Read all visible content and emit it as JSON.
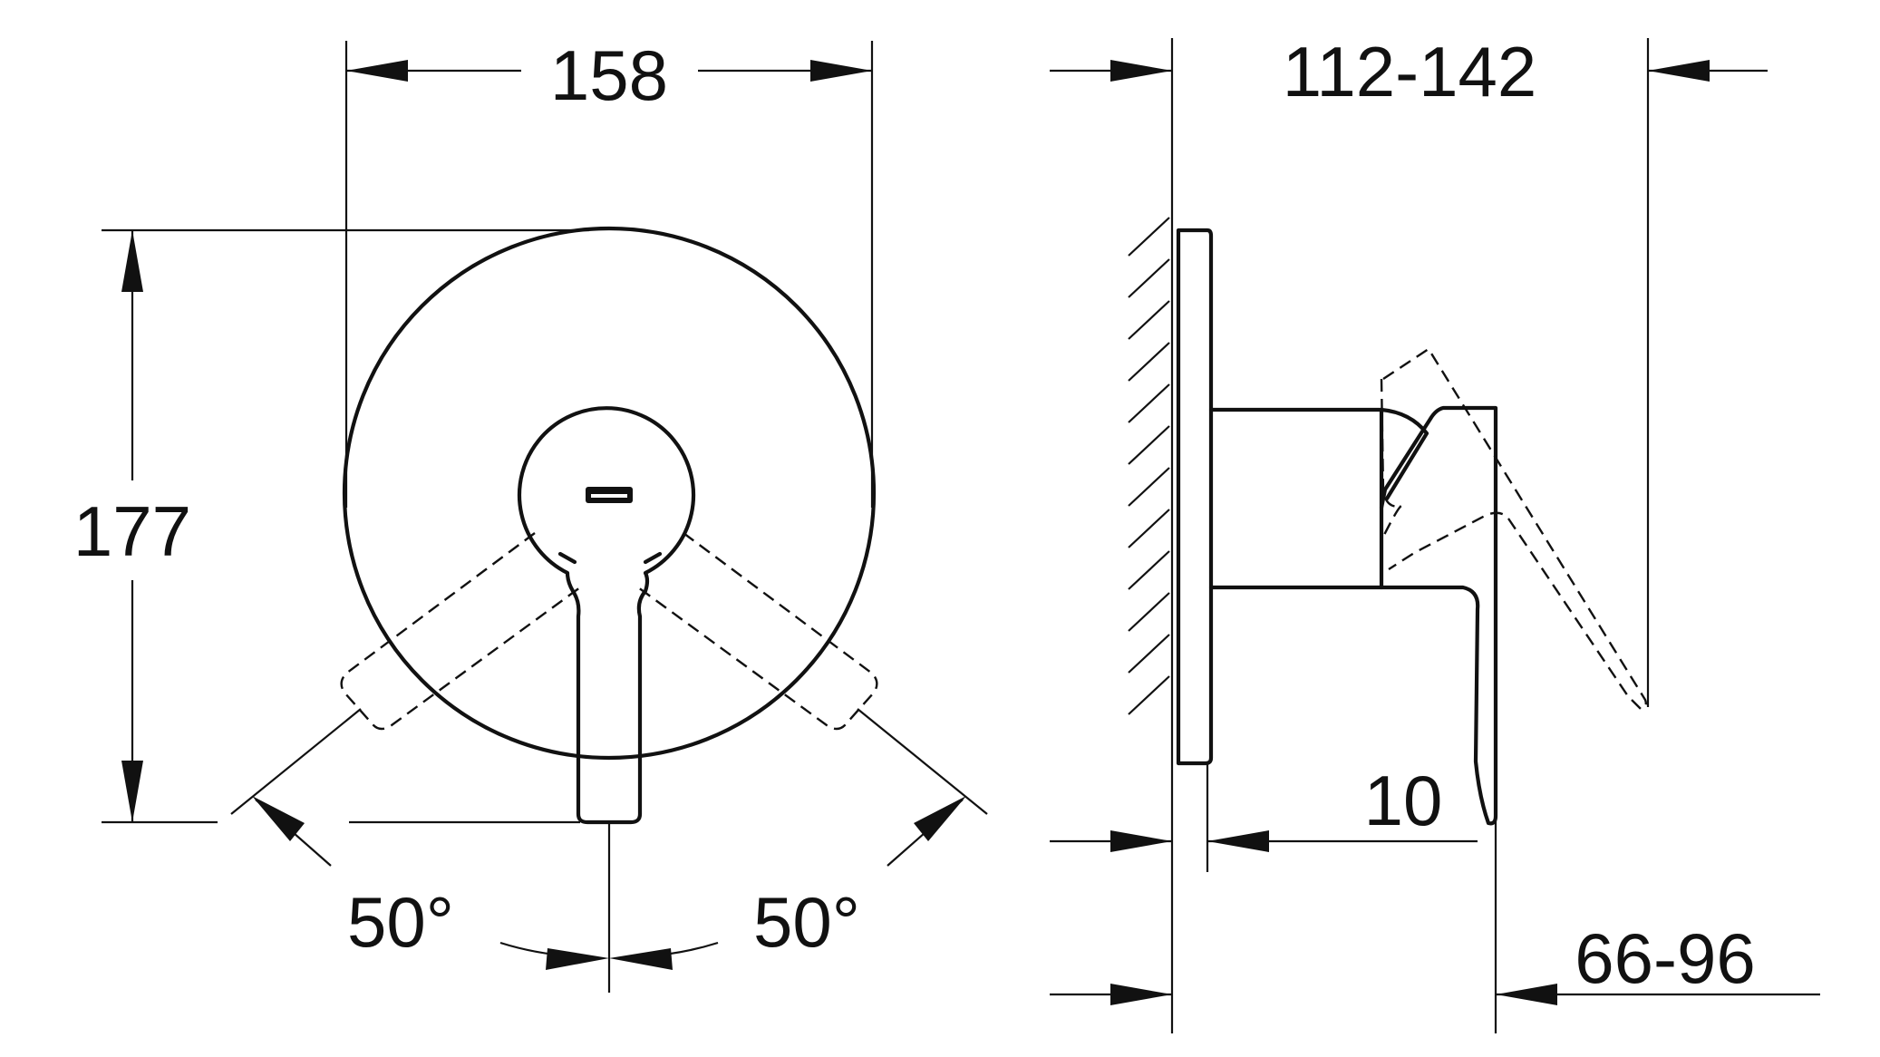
{
  "front_view": {
    "width_label": "158",
    "height_label": "177",
    "angle_left_label": "50°",
    "angle_right_label": "50°"
  },
  "side_view": {
    "projection_label": "112-142",
    "plate_gap_label": "10",
    "depth_label": "66-96"
  }
}
